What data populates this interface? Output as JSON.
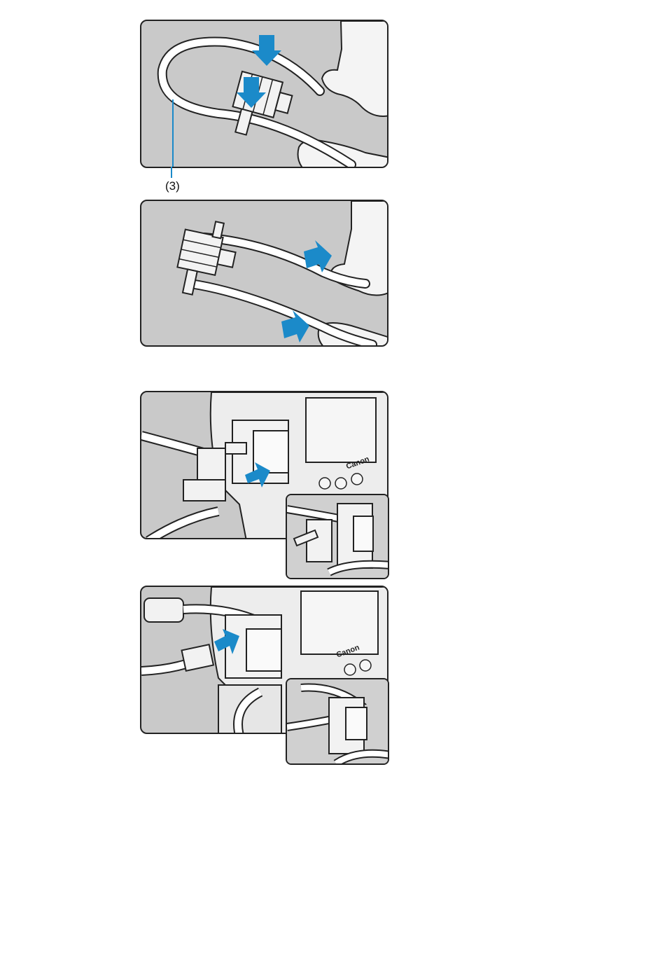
{
  "figure1": {
    "callout_label": "(3)"
  },
  "figure3": {
    "brand_text": "Canon"
  },
  "figure4": {
    "brand_text": "Canon"
  },
  "colors": {
    "arrow": "#1b8ac9",
    "background": "#c9c9c9",
    "line": "#222222",
    "paper": "#ffffff"
  }
}
